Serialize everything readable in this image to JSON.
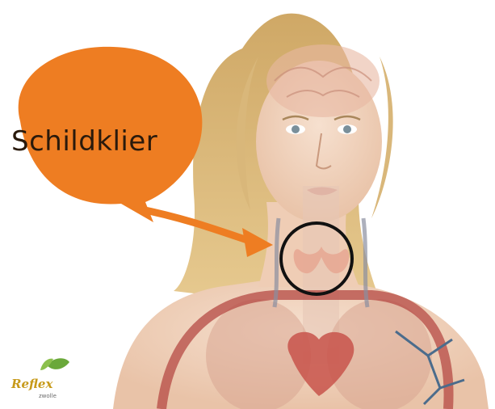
{
  "callout": {
    "label": "Schildklier",
    "bubble_color": "#ee7d22",
    "arrow_color": "#ee7d22",
    "target": "thyroid"
  },
  "highlight": {
    "shape": "circle",
    "stroke_color": "#111111"
  },
  "logo": {
    "word": "Reflex",
    "sub": "zwolle",
    "icon": "leaf-icon",
    "word_color": "#c79a1a",
    "leaf_color": "#6aa83a"
  },
  "illustration": {
    "subject": "woman",
    "skin_color": "#f2d4bd",
    "hair_color": "#d9b77a",
    "organ_color": "#b54a44"
  }
}
